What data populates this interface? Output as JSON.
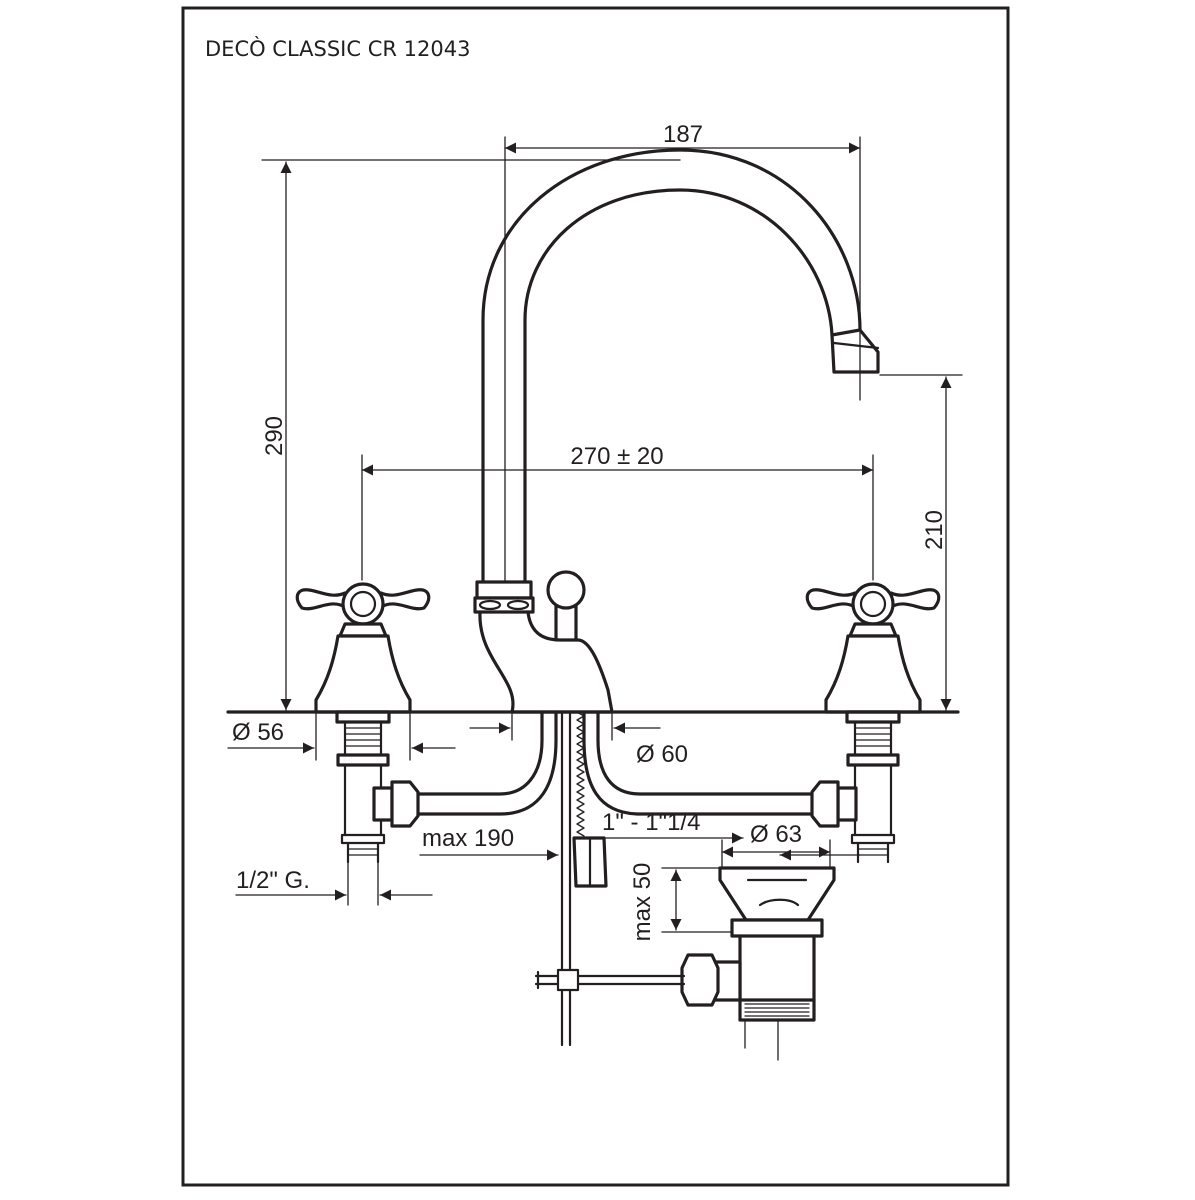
{
  "title": "DECÒ CLASSIC CR 12043",
  "dimensions": {
    "spout_reach": "187",
    "total_height": "290",
    "center_distance": "270 ± 20",
    "spout_height": "210",
    "base_diameter_side": "Ø 56",
    "base_diameter_center": "Ø 60",
    "connection_thread": "1/2\" G.",
    "drain_diameter": "Ø 63",
    "drain_max_height": "max 50",
    "rod_max_length": "max 190",
    "drain_thread": "1\" - 1\"1/4"
  },
  "colors": {
    "ink": "#231f20",
    "paper": "#ffffff"
  }
}
